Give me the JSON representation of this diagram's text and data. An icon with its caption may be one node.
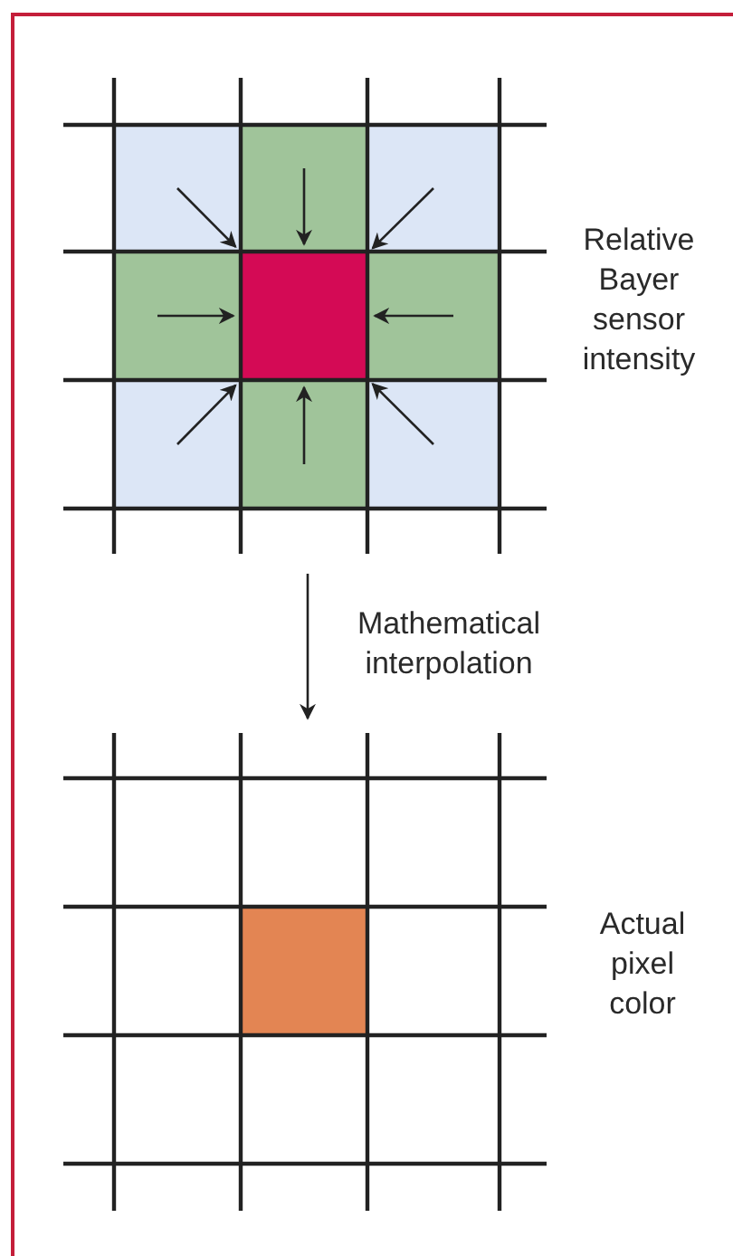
{
  "diagram": {
    "nodes": [
      {
        "text": [],
        "shape": "box",
        "beside": [
          "Relative Bayer sensor intensity"
        ]
      },
      {
        "text": [],
        "shape": "box",
        "in": 0
      },
      {
        "text": [],
        "shape": "box",
        "in": 0
      },
      {
        "text": [],
        "shape": "box",
        "in": 0
      },
      {
        "text": [],
        "shape": "box",
        "in": 0
      },
      {
        "text": [],
        "shape": "box",
        "in": 0
      },
      {
        "text": [],
        "shape": "box",
        "in": 0
      },
      {
        "text": [],
        "shape": "box",
        "in": 0
      },
      {
        "text": [],
        "shape": "box",
        "in": 0
      },
      {
        "text": [],
        "shape": "box",
        "in": 0
      },
      {
        "text": [],
        "shape": "box",
        "beside": [
          "Actual pixel color"
        ]
      },
      {
        "text": [],
        "shape": "box",
        "in": 10
      }
    ],
    "edges": [
      {
        "from": 1,
        "to": 5,
        "arrow": "to"
      },
      {
        "from": 2,
        "to": 5,
        "arrow": "to"
      },
      {
        "from": 3,
        "to": 5,
        "arrow": "to"
      },
      {
        "from": 4,
        "to": 5,
        "arrow": "to"
      },
      {
        "from": 6,
        "to": 5,
        "arrow": "to"
      },
      {
        "from": 7,
        "to": 5,
        "arrow": "to"
      },
      {
        "from": 8,
        "to": 5,
        "arrow": "to"
      },
      {
        "from": 9,
        "to": 5,
        "arrow": "to"
      },
      {
        "from": 0,
        "to": 10,
        "arrow": "to",
        "label": "Mathematical interpolation"
      }
    ]
  }
}
